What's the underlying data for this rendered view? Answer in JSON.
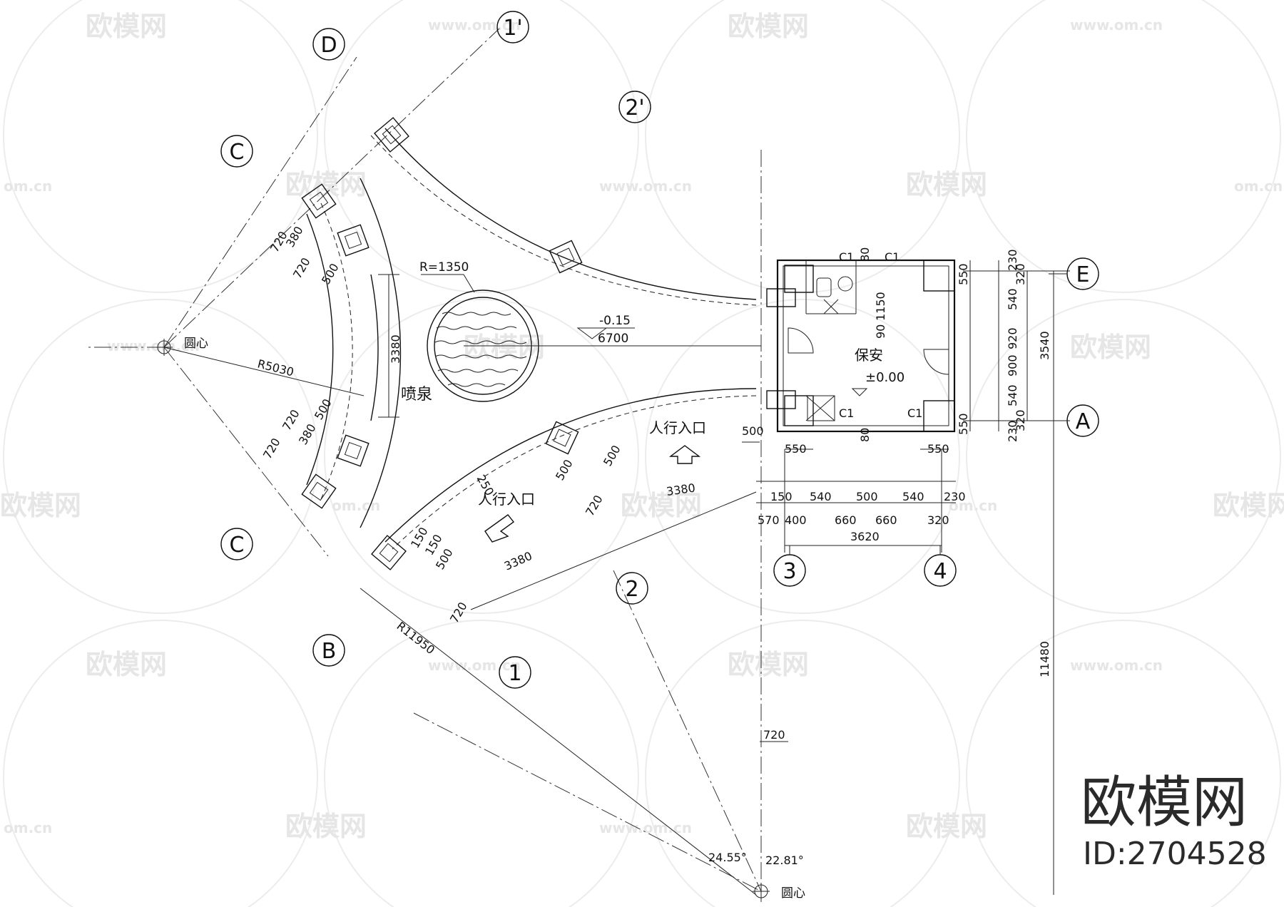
{
  "watermark": {
    "brand": "欧模网",
    "site": "www.om.cn",
    "site_short": "om.cn"
  },
  "brand_block": {
    "name": "欧模网",
    "id": "ID:2704528"
  },
  "grid_labels": {
    "D": "D",
    "C_top": "C",
    "C_bottom": "C",
    "B": "B",
    "E": "E",
    "A": "A",
    "n1p": "1'",
    "n2p": "2'",
    "n1": "1",
    "n2": "2",
    "n3": "3",
    "n4": "4"
  },
  "labels": {
    "fountain": "喷泉",
    "fountain_radius": "R=1350",
    "guard_room": "保安",
    "ped_entrance_upper": "人行入口",
    "ped_entrance_lower": "人行入口",
    "center_left": "圆心",
    "center_bottom": "圆心",
    "level_plaza": "-0.15",
    "level_plaza_dist": "6700",
    "level_room": "±0.00",
    "radius_inner": "R5030",
    "radius_outer": "R11950",
    "angle_left": "24.55°",
    "angle_right": "22.81°",
    "window_c1_a": "C1",
    "window_c1_b": "C1",
    "window_c1_c": "C1",
    "window_c1_d": "C1"
  },
  "dims": {
    "d3380_vertical": "3380",
    "d3380_lower": "3380",
    "d3380_upper": "3380",
    "d720_a": "720",
    "d720_b": "720",
    "d720_c": "720",
    "d720_d": "720",
    "d720_e": "720",
    "d720_f": "720",
    "d720_g": "720",
    "d380_a": "380",
    "d380_b": "380",
    "d500_a": "500",
    "d500_b": "500",
    "d500_c": "500",
    "d500_d": "500",
    "d500_e": "500",
    "d500_f": "500",
    "d250": "250",
    "d150_a": "150",
    "d150_b": "150",
    "d80_a": "80",
    "d80_b": "80",
    "d90": "90",
    "d1150": "1150",
    "d550_top": "550",
    "d550_bottom": "550",
    "d550_r1": "550",
    "d550_r2": "550",
    "r_230a": "230",
    "r_320a": "320",
    "r_540a": "540",
    "r_920": "920",
    "r_900": "900",
    "r_540b": "540",
    "r_320b": "320",
    "r_230b": "230",
    "r_3540": "3540",
    "r_11480": "11480",
    "b_150": "150",
    "b_540a": "540",
    "b_500": "500",
    "b_540b": "540",
    "b_230": "230",
    "b_570": "570",
    "b_400": "400",
    "b_660a": "660",
    "b_660b": "660",
    "b_320": "320",
    "b_3620": "3620"
  }
}
